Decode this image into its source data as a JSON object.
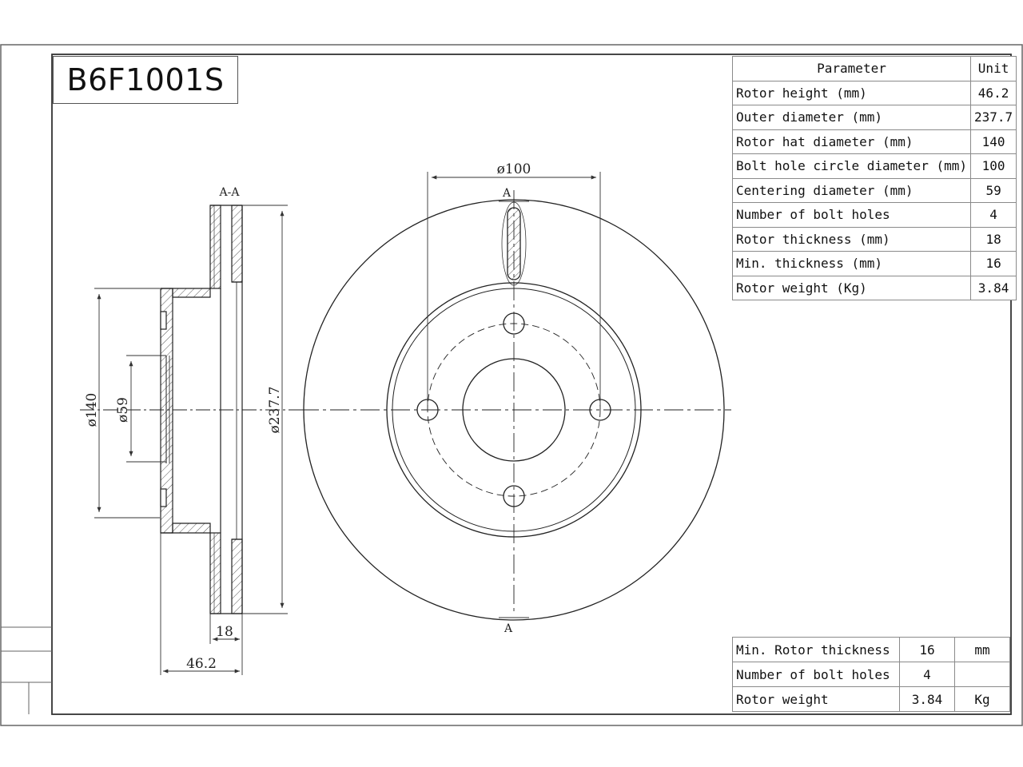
{
  "part_number": "B6F1001S",
  "parameter_table": {
    "header": {
      "parameter": "Parameter",
      "unit": "Unit"
    },
    "rows": [
      {
        "parameter": "Rotor height (mm)",
        "value": "46.2"
      },
      {
        "parameter": "Outer diameter (mm)",
        "value": "237.7"
      },
      {
        "parameter": "Rotor hat diameter (mm)",
        "value": "140"
      },
      {
        "parameter": "Bolt hole circle diameter (mm)",
        "value": "100"
      },
      {
        "parameter": "Centering diameter (mm)",
        "value": "59"
      },
      {
        "parameter": "Number of bolt holes",
        "value": "4"
      },
      {
        "parameter": "Rotor thickness (mm)",
        "value": "18"
      },
      {
        "parameter": "Min. thickness (mm)",
        "value": "16"
      },
      {
        "parameter": "Rotor weight (Kg)",
        "value": "3.84"
      }
    ]
  },
  "summary_table": {
    "rows": [
      {
        "label": "Min. Rotor thickness",
        "value": "16",
        "unit": "mm"
      },
      {
        "label": "Number of bolt holes",
        "value": "4",
        "unit": ""
      },
      {
        "label": "Rotor weight",
        "value": "3.84",
        "unit": "Kg"
      }
    ]
  },
  "section_view": {
    "label": "A-A",
    "dims": {
      "hat_diameter": "ø140",
      "center_bore": "ø59",
      "outer_diameter": "ø237.7",
      "thickness": "18",
      "height": "46.2"
    }
  },
  "front_view": {
    "bolt_circle_dim": "ø100",
    "section_marker_top": "A",
    "section_marker_bottom": "A"
  },
  "colors": {
    "line": "#222222",
    "border": "#555555"
  }
}
